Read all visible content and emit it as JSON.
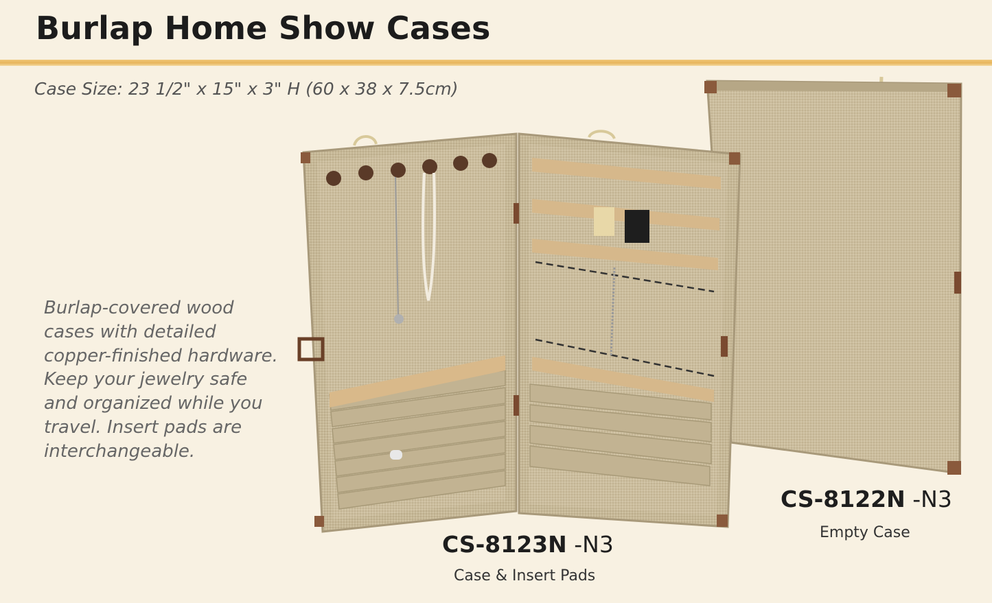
{
  "title": "Burlap Home Show Cases",
  "case_size": "Case Size: 23 1/2\" x 15\" x 3\" H (60 x 38 x 7.5cm)",
  "description_lines": [
    "Burlap-covered wood",
    "cases with detailed",
    "copper-finished hardware.",
    "Keep your jewelry safe",
    "and organized while you",
    "travel.  Insert pads are",
    "interchangeable."
  ],
  "products": [
    {
      "sku": "CS-8123N",
      "suffix": " -N3",
      "caption": "Case & Insert Pads"
    },
    {
      "sku": "CS-8122N",
      "suffix": " -N3",
      "caption": "Empty Case"
    }
  ],
  "colors": {
    "background": "#f8f1e2",
    "accent_rule": "#e7b55b",
    "burlap": "#cbbd9e",
    "burlap_dark": "#b8a886",
    "copper": "#8a5a3c"
  }
}
